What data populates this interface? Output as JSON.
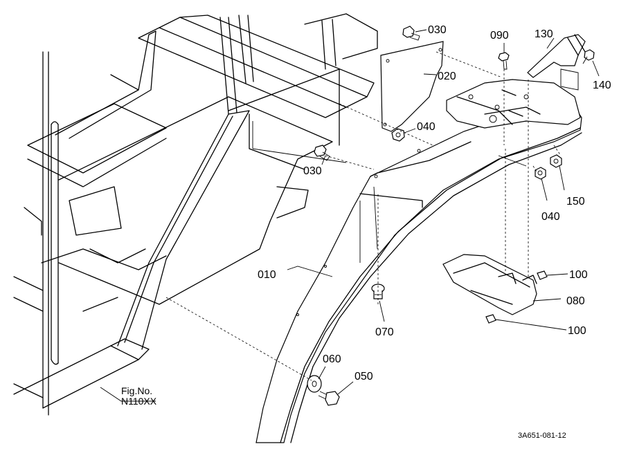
{
  "figure": {
    "fig_label": "Fig.No.",
    "fig_number": "N110XX",
    "drawing_code": "3A651-081-12"
  },
  "callouts": {
    "c010": "010",
    "c020": "020",
    "c030_top": "030",
    "c030_mid": "030",
    "c040_upper": "040",
    "c040_lower": "040",
    "c050": "050",
    "c060": "060",
    "c070": "070",
    "c080": "080",
    "c090": "090",
    "c100_upper": "100",
    "c100_lower": "100",
    "c130": "130",
    "c140": "140",
    "c150": "150"
  }
}
